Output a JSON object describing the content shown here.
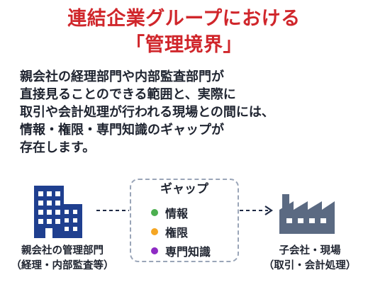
{
  "title": {
    "line1": "連結企業グループにおける",
    "line2": "「管理境界」"
  },
  "body": {
    "lines": [
      "親会社の経理部門や内部監査部門が",
      "直接見ることのできる範囲と、実際に",
      "取引や会計処理が行われる現場との間には、",
      "情報・権限・専門知識のギャップが",
      "存在します。"
    ]
  },
  "left": {
    "label_line1": "親会社の管理部門",
    "label_line2": "（経理・内部監査等）",
    "icon": "office-building-icon"
  },
  "right": {
    "label_line1": "子会社・現場",
    "label_line2": "（取引・会計処理）",
    "icon": "factory-icon"
  },
  "gap": {
    "title": "ギャップ",
    "items": [
      {
        "label": "情報",
        "color": "#4caf50"
      },
      {
        "label": "権限",
        "color": "#f5a623"
      },
      {
        "label": "専門知識",
        "color": "#8e2bc4"
      }
    ]
  },
  "colors": {
    "title": "#d0262b",
    "building": "#1f3f8f",
    "factory": "#5b6a82",
    "dashed": "#9aa5b8"
  }
}
